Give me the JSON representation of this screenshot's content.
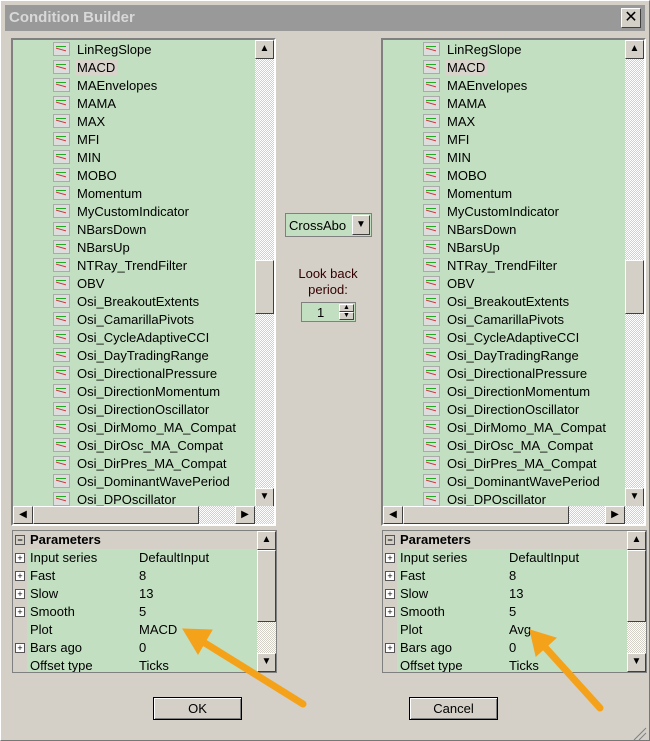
{
  "window": {
    "title": "Condition Builder",
    "close": "✕"
  },
  "indicators": [
    "LinRegSlope",
    "MACD",
    "MAEnvelopes",
    "MAMA",
    "MAX",
    "MFI",
    "MIN",
    "MOBO",
    "Momentum",
    "MyCustomIndicator",
    "NBarsDown",
    "NBarsUp",
    "NTRay_TrendFilter",
    "OBV",
    "Osi_BreakoutExtents",
    "Osi_CamarillaPivots",
    "Osi_CycleAdaptiveCCI",
    "Osi_DayTradingRange",
    "Osi_DirectionalPressure",
    "Osi_DirectionMomentum",
    "Osi_DirectionOscillator",
    "Osi_DirMomo_MA_Compat",
    "Osi_DirOsc_MA_Compat",
    "Osi_DirPres_MA_Compat",
    "Osi_DominantWavePeriod",
    "Osi_DPOscillator"
  ],
  "left": {
    "selected": "MACD",
    "params": {
      "header": "Parameters",
      "rows": [
        {
          "name": "Input series",
          "value": "DefaultInput",
          "exp": true
        },
        {
          "name": "Fast",
          "value": "8",
          "exp": true
        },
        {
          "name": "Slow",
          "value": "13",
          "exp": true
        },
        {
          "name": "Smooth",
          "value": "5",
          "exp": true
        },
        {
          "name": "Plot",
          "value": "MACD",
          "exp": false
        },
        {
          "name": "Bars ago",
          "value": "0",
          "exp": true
        },
        {
          "name": "Offset type",
          "value": "Ticks",
          "exp": false
        }
      ]
    }
  },
  "right": {
    "selected": "MACD",
    "params": {
      "header": "Parameters",
      "rows": [
        {
          "name": "Input series",
          "value": "DefaultInput",
          "exp": true
        },
        {
          "name": "Fast",
          "value": "8",
          "exp": true
        },
        {
          "name": "Slow",
          "value": "13",
          "exp": true
        },
        {
          "name": "Smooth",
          "value": "5",
          "exp": true
        },
        {
          "name": "Plot",
          "value": "Avg",
          "exp": false
        },
        {
          "name": "Bars ago",
          "value": "0",
          "exp": true
        },
        {
          "name": "Offset type",
          "value": "Ticks",
          "exp": false
        }
      ]
    }
  },
  "middle": {
    "operator": "CrossAbo",
    "lookback_label_1": "Look back",
    "lookback_label_2": "period:",
    "lookback_value": "1"
  },
  "buttons": {
    "ok": "OK",
    "cancel": "Cancel"
  },
  "colors": {
    "list_bg": "#c3dfc1",
    "arrow": "#f5a21b"
  }
}
